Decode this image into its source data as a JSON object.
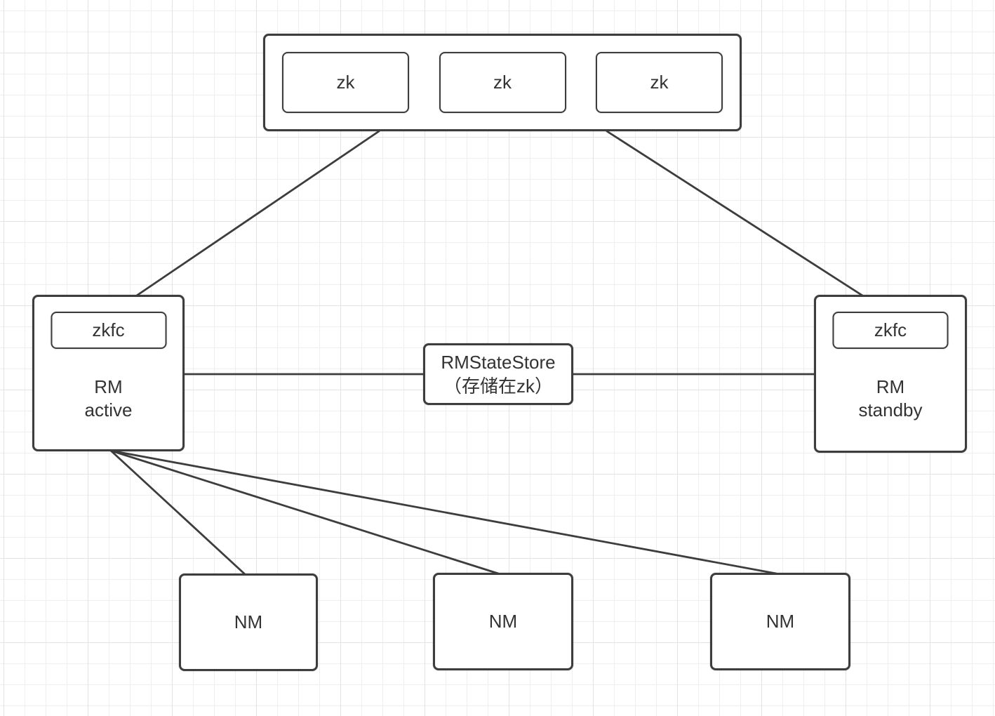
{
  "diagram": {
    "type": "architecture-diagram",
    "background": "grid-paper"
  },
  "nodes": {
    "zk_cluster": {
      "members": [
        {
          "label": "zk"
        },
        {
          "label": "zk"
        },
        {
          "label": "zk"
        }
      ]
    },
    "rm_active": {
      "zkfc_label": "zkfc",
      "line1": "RM",
      "line2": "active"
    },
    "rm_standby": {
      "zkfc_label": "zkfc",
      "line1": "RM",
      "line2": "standby"
    },
    "rm_state_store": {
      "line1": "RMStateStore",
      "line2": "（存储在zk）"
    },
    "node_managers": [
      {
        "label": "NM"
      },
      {
        "label": "NM"
      },
      {
        "label": "NM"
      }
    ]
  },
  "edges": [
    {
      "from": "zk-cluster",
      "to": "zkfc-left"
    },
    {
      "from": "zk-cluster",
      "to": "zkfc-right"
    },
    {
      "from": "rm-active",
      "to": "rm-state-store"
    },
    {
      "from": "rm-state-store",
      "to": "rm-standby"
    },
    {
      "from": "rm-active",
      "to": "nm-1"
    },
    {
      "from": "rm-active",
      "to": "nm-2"
    },
    {
      "from": "rm-active",
      "to": "nm-3"
    }
  ],
  "colors": {
    "stroke": "#3d3d3d",
    "text": "#333333",
    "node_background": "#ffffff",
    "grid_minor": "#efefef",
    "grid_major": "#e3e3e3"
  }
}
